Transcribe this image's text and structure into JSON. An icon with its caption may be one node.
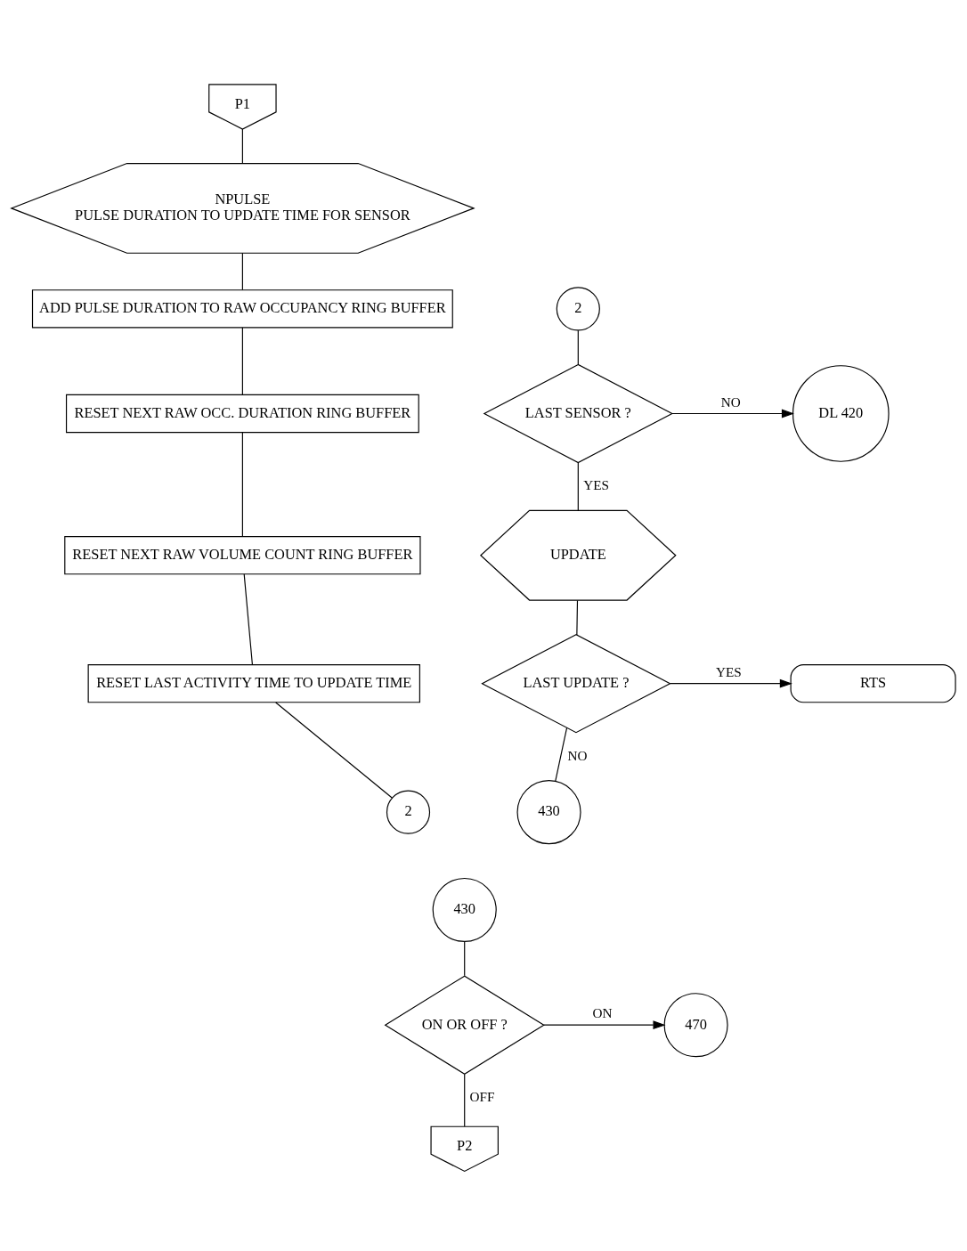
{
  "diagram": {
    "nodes": [
      {
        "text": [
          "P1"
        ]
      },
      {
        "text": [
          "NPULSE",
          "PULSE DURATION TO UPDATE TIME FOR SENSOR"
        ]
      },
      {
        "text": [
          "ADD PULSE DURATION TO RAW OCCUPANCY RING BUFFER"
        ]
      },
      {
        "text": [
          "RESET NEXT RAW OCC. DURATION RING BUFFER"
        ]
      },
      {
        "text": [
          "RESET NEXT RAW VOLUME COUNT RING BUFFER"
        ]
      },
      {
        "text": [
          "RESET LAST ACTIVITY TIME TO UPDATE TIME"
        ]
      },
      {
        "text": [
          "2"
        ]
      },
      {
        "text": [
          "2"
        ]
      },
      {
        "text": [
          "LAST SENSOR ?"
        ]
      },
      {
        "text": [
          "DL 420"
        ]
      },
      {
        "text": [
          "UPDATE"
        ]
      },
      {
        "text": [
          "LAST UPDATE ?"
        ]
      },
      {
        "text": [
          "RTS"
        ]
      },
      {
        "text": [
          "430"
        ]
      },
      {
        "text": [
          "430"
        ]
      },
      {
        "text": [
          "ON OR OFF ?"
        ]
      },
      {
        "text": [
          "470"
        ]
      },
      {
        "text": [
          "P2"
        ]
      }
    ],
    "edges": [
      {
        "from": 0,
        "to": 1,
        "arrow": "none"
      },
      {
        "from": 1,
        "to": 2,
        "arrow": "none"
      },
      {
        "from": 2,
        "to": 3,
        "arrow": "none"
      },
      {
        "from": 3,
        "to": 4,
        "arrow": "none"
      },
      {
        "from": 4,
        "to": 5,
        "arrow": "none"
      },
      {
        "from": 5,
        "to": 6,
        "arrow": "none"
      },
      {
        "from": 7,
        "to": 8,
        "arrow": "none"
      },
      {
        "from": 8,
        "to": 9,
        "arrow": "to",
        "label": "NO"
      },
      {
        "from": 8,
        "to": 10,
        "arrow": "none",
        "label": "YES"
      },
      {
        "from": 10,
        "to": 11,
        "arrow": "none"
      },
      {
        "from": 11,
        "to": 12,
        "arrow": "to",
        "label": "YES"
      },
      {
        "from": 11,
        "to": 13,
        "arrow": "none",
        "label": "NO"
      },
      {
        "from": 14,
        "to": 15,
        "arrow": "none"
      },
      {
        "from": 15,
        "to": 16,
        "arrow": "to",
        "label": "ON"
      },
      {
        "from": 15,
        "to": 17,
        "arrow": "none",
        "label": "OFF"
      }
    ]
  }
}
